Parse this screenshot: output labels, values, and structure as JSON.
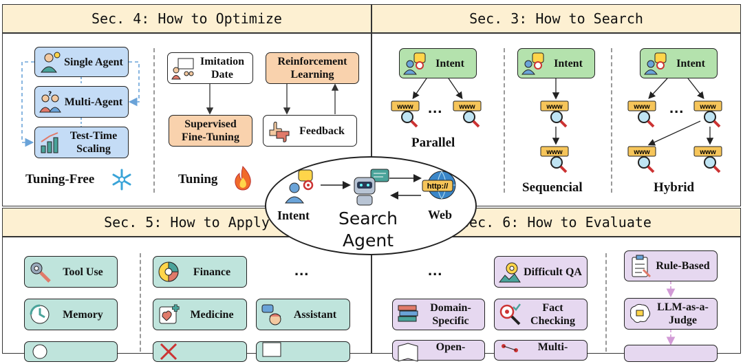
{
  "sec4": {
    "title": "Sec. 4: How to Optimize",
    "single_agent": "Single Agent",
    "multi_agent": "Multi-Agent",
    "test_time_scaling": "Test-Time Scaling",
    "tuning_free": "Tuning-Free",
    "imitation": "Imitation Date",
    "reinforcement": "Reinforcement Learning",
    "sft": "Supervised Fine-Tuning",
    "feedback": "Feedback",
    "tuning": "Tuning"
  },
  "sec3": {
    "title": "Sec. 3: How to Search",
    "intent": "Intent",
    "www": "www",
    "ellipsis": "...",
    "parallel": "Parallel",
    "sequential": "Sequencial",
    "hybrid": "Hybrid"
  },
  "center": {
    "intent": "Intent",
    "web": "Web",
    "agent_line1": "Search",
    "agent_line2": "Agent",
    "http": "http://"
  },
  "sec5": {
    "title": "Sec. 5: How to Apply",
    "tool_use": "Tool Use",
    "memory": "Memory",
    "finance": "Finance",
    "medicine": "Medicine",
    "assistant": "Assistant",
    "ellipsis": "..."
  },
  "sec6": {
    "title": "Sec. 6: How to Evaluate",
    "ellipsis": "...",
    "difficult_qa": "Difficult QA",
    "domain_specific": "Domain-Specific",
    "fact_checking": "Fact Checking",
    "open": "Open-",
    "multi": "Multi-",
    "rule_based": "Rule-Based",
    "llm_judge": "LLM-as-a-Judge"
  },
  "colors": {
    "header_bg": "#fdf0d2",
    "blue_box": "#c4dcf6",
    "orange_box": "#f9d2ad",
    "green_box": "#b4e2ad",
    "teal_box": "#bfe4dc",
    "purple_box": "#e6d8f0"
  }
}
